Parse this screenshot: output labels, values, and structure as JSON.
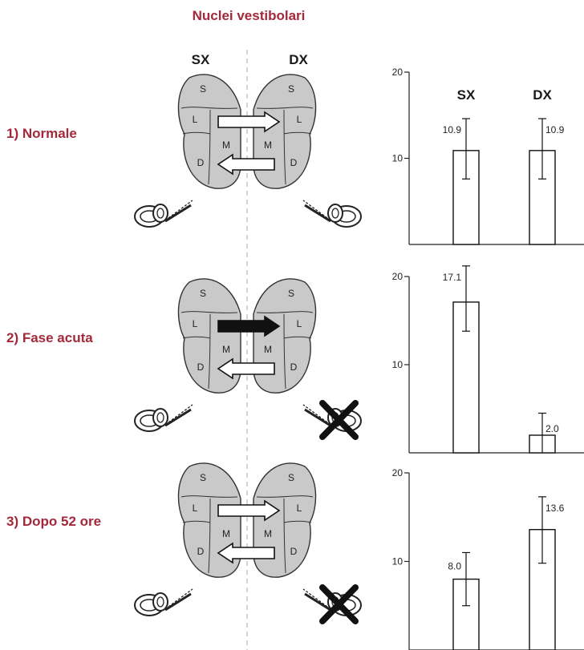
{
  "title": "Nuclei vestibolari",
  "side_labels": {
    "left": "SX",
    "right": "DX"
  },
  "nucleus_labels": [
    "S",
    "L",
    "M",
    "D"
  ],
  "rows": [
    {
      "label": "1) Normale",
      "top_arrow": "white",
      "lesion": false
    },
    {
      "label": "2) Fase acuta",
      "top_arrow": "black",
      "lesion": true
    },
    {
      "label": "3) Dopo 52 ore",
      "top_arrow": "white",
      "lesion": true
    }
  ],
  "chart_data": [
    {
      "type": "bar",
      "categories": [
        "SX",
        "DX"
      ],
      "values": [
        10.9,
        10.9
      ],
      "error": [
        [
          7.6,
          14.6
        ],
        [
          7.6,
          14.6
        ]
      ],
      "data_labels": [
        "10.9",
        "10.9"
      ],
      "yticks": [
        "10",
        "20"
      ],
      "ylim": [
        0,
        20
      ],
      "header_labels": [
        "SX",
        "DX"
      ]
    },
    {
      "type": "bar",
      "categories": [
        "SX",
        "DX"
      ],
      "values": [
        17.1,
        2.0
      ],
      "error": [
        [
          13.8,
          21.2
        ],
        [
          0,
          4.5
        ]
      ],
      "data_labels": [
        "17.1",
        "2.0"
      ],
      "yticks": [
        "10",
        "20"
      ],
      "ylim": [
        0,
        20
      ],
      "header_labels": []
    },
    {
      "type": "bar",
      "categories": [
        "SX",
        "DX"
      ],
      "values": [
        8.0,
        13.6
      ],
      "error": [
        [
          5.0,
          11.0
        ],
        [
          9.8,
          17.3
        ]
      ],
      "data_labels": [
        "8.0",
        "13.6"
      ],
      "yticks": [
        "10",
        "20"
      ],
      "ylim": [
        0,
        20
      ],
      "header_labels": []
    }
  ]
}
